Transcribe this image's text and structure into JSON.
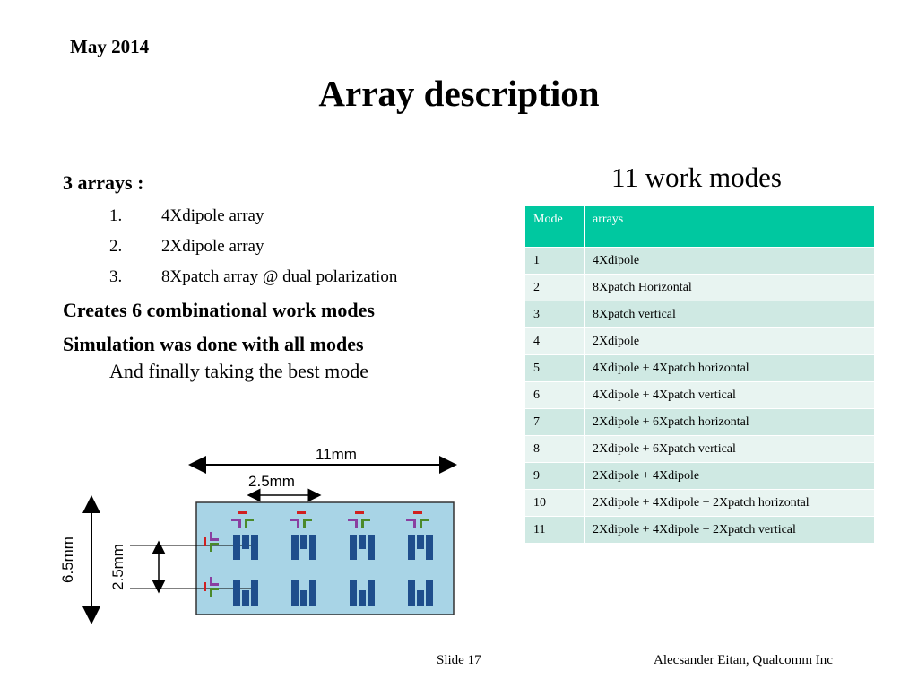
{
  "header": {
    "date": "May 2014",
    "title": "Array description"
  },
  "left": {
    "intro": "3 arrays :",
    "arrays": [
      {
        "num": "1.",
        "text": "4Xdipole array"
      },
      {
        "num": "2.",
        "text": "2Xdipole array"
      },
      {
        "num": "3.",
        "text": "8Xpatch array @ dual polarization"
      }
    ],
    "creates": "Creates 6 combinational work modes",
    "simulation": "Simulation was done with all modes",
    "finally": "And finally taking the best mode"
  },
  "table": {
    "heading": "11 work modes",
    "columns": [
      "Mode",
      "arrays"
    ],
    "rows": [
      [
        "1",
        "4Xdipole"
      ],
      [
        "2",
        "8Xpatch Horizontal"
      ],
      [
        "3",
        "8Xpatch vertical"
      ],
      [
        "4",
        "2Xdipole"
      ],
      [
        "5",
        "4Xdipole + 4Xpatch horizontal"
      ],
      [
        "6",
        "4Xdipole + 4Xpatch vertical"
      ],
      [
        "7",
        "2Xdipole + 6Xpatch horizontal"
      ],
      [
        "8",
        "2Xdipole + 6Xpatch vertical"
      ],
      [
        "9",
        "2Xdipole + 4Xdipole"
      ],
      [
        "10",
        "2Xdipole + 4Xdipole + 2Xpatch horizontal"
      ],
      [
        "11",
        "2Xdipole + 4Xdipole + 2Xpatch vertical"
      ]
    ]
  },
  "diagram": {
    "width_label": "11mm",
    "spacing_label": "2.5mm",
    "height_label": "6.5mm",
    "row_spacing_label": "2.5mm",
    "colors": {
      "board": "#a8d4e6",
      "patch": "#1f4e8c",
      "dipole_purple": "#8a3fa0",
      "dipole_green": "#4b8a2a",
      "dipole_red": "#d02020"
    }
  },
  "footer": {
    "slide": "Slide 17",
    "author": "Alecsander Eitan, Qualcomm Inc"
  }
}
